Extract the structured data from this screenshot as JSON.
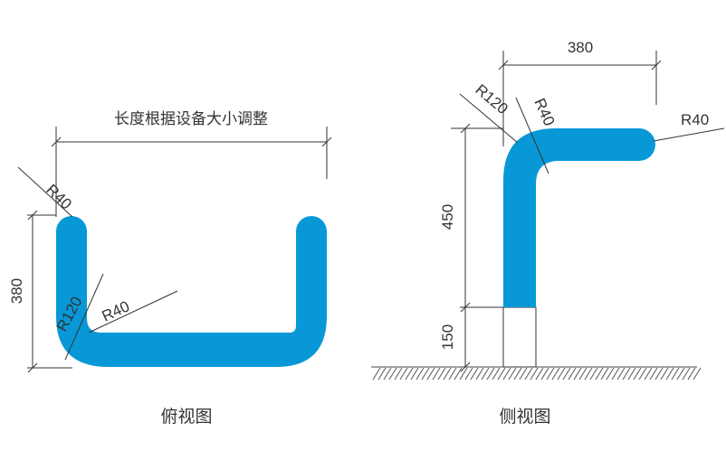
{
  "top_view": {
    "caption": "俯视图",
    "length_note": "长度根据设备大小调整",
    "height_dim": "380",
    "r_top": "R40",
    "r_inner": "R120",
    "r_corner": "R40"
  },
  "side_view": {
    "caption": "侧视图",
    "width_dim": "380",
    "r_bend_outer": "R120",
    "r_bend_inner": "R40",
    "r_end": "R40",
    "upper_height": "450",
    "lower_height": "150"
  },
  "colors": {
    "pipe": "#0898d8",
    "line": "#333333"
  }
}
